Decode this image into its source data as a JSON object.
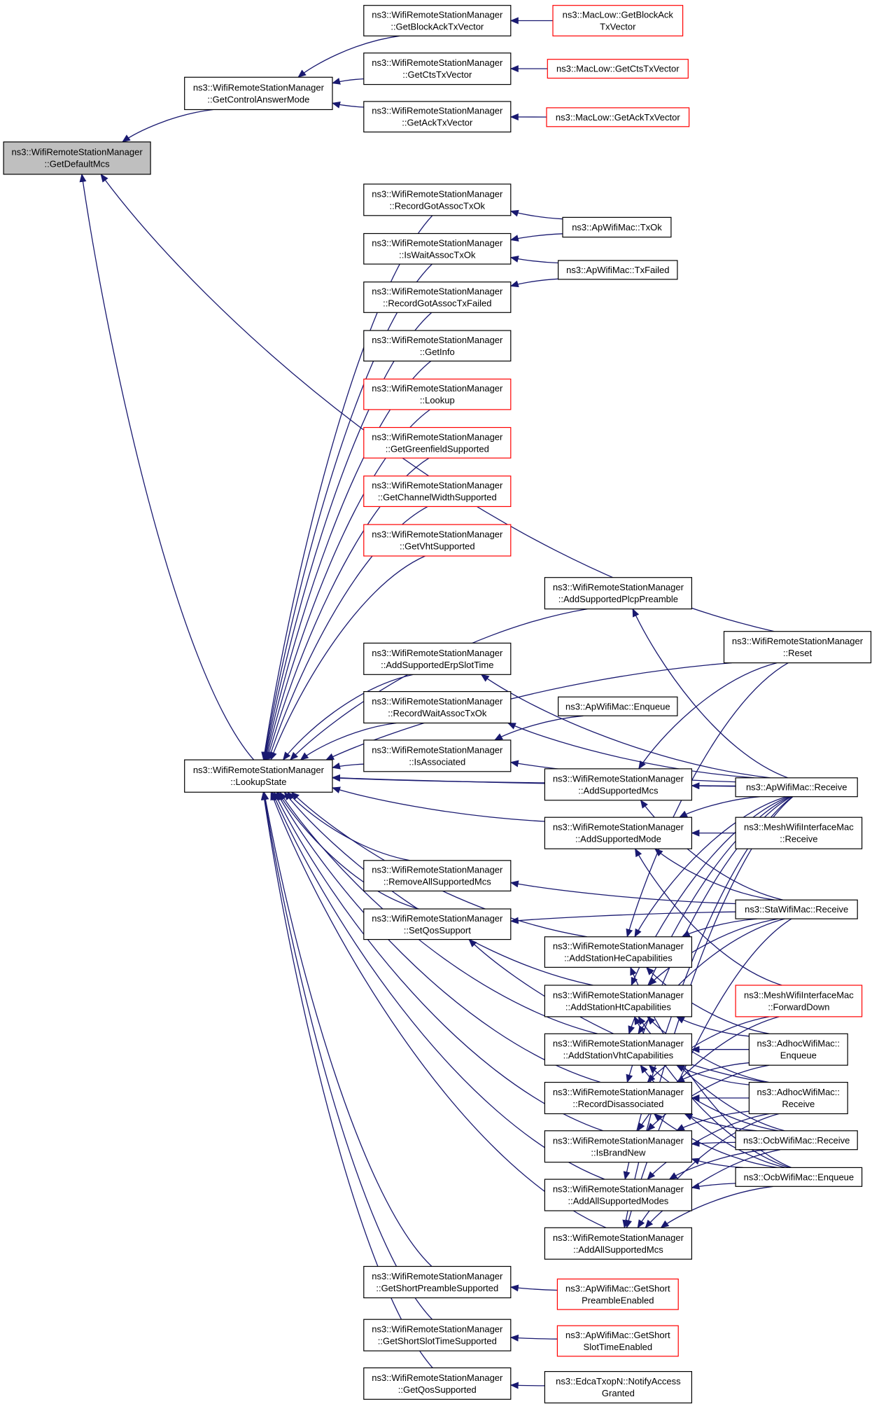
{
  "colors": {
    "edge": "#191970",
    "box_border": "#000000",
    "box_border_red": "#ff0000",
    "focus_fill": "#bfbfbf",
    "box_fill": "#ffffff"
  },
  "nodes": {
    "gdm": {
      "lines": [
        "ns3::WifiRemoteStationManager",
        "::GetDefaultMcs"
      ],
      "style": "focus"
    },
    "gcam": {
      "lines": [
        "ns3::WifiRemoteStationManager",
        "::GetControlAnswerMode"
      ],
      "style": "normal"
    },
    "gbatv": {
      "lines": [
        "ns3::WifiRemoteStationManager",
        "::GetBlockAckTxVector"
      ],
      "style": "normal"
    },
    "gctv": {
      "lines": [
        "ns3::WifiRemoteStationManager",
        "::GetCtsTxVector"
      ],
      "style": "normal"
    },
    "gatv": {
      "lines": [
        "ns3::WifiRemoteStationManager",
        "::GetAckTxVector"
      ],
      "style": "normal"
    },
    "mlba": {
      "lines": [
        "ns3::MacLow::GetBlockAck",
        "TxVector"
      ],
      "style": "red"
    },
    "mlcts": {
      "lines": [
        "ns3::MacLow::GetCtsTxVector"
      ],
      "style": "red"
    },
    "mlack": {
      "lines": [
        "ns3::MacLow::GetAckTxVector"
      ],
      "style": "red"
    },
    "rgat": {
      "lines": [
        "ns3::WifiRemoteStationManager",
        "::RecordGotAssocTxOk"
      ],
      "style": "normal"
    },
    "iwat": {
      "lines": [
        "ns3::WifiRemoteStationManager",
        "::IsWaitAssocTxOk"
      ],
      "style": "normal"
    },
    "rgatf": {
      "lines": [
        "ns3::WifiRemoteStationManager",
        "::RecordGotAssocTxFailed"
      ],
      "style": "normal"
    },
    "ginfo": {
      "lines": [
        "ns3::WifiRemoteStationManager",
        "::GetInfo"
      ],
      "style": "normal"
    },
    "lookup": {
      "lines": [
        "ns3::WifiRemoteStationManager",
        "::Lookup"
      ],
      "style": "red"
    },
    "ggs": {
      "lines": [
        "ns3::WifiRemoteStationManager",
        "::GetGreenfieldSupported"
      ],
      "style": "red"
    },
    "gcws": {
      "lines": [
        "ns3::WifiRemoteStationManager",
        "::GetChannelWidthSupported"
      ],
      "style": "red"
    },
    "gvs": {
      "lines": [
        "ns3::WifiRemoteStationManager",
        "::GetVhtSupported"
      ],
      "style": "red"
    },
    "aspp": {
      "lines": [
        "ns3::WifiRemoteStationManager",
        "::AddSupportedPlcpPreamble"
      ],
      "style": "normal"
    },
    "asest": {
      "lines": [
        "ns3::WifiRemoteStationManager",
        "::AddSupportedErpSlotTime"
      ],
      "style": "normal"
    },
    "rwat": {
      "lines": [
        "ns3::WifiRemoteStationManager",
        "::RecordWaitAssocTxOk"
      ],
      "style": "normal"
    },
    "isa": {
      "lines": [
        "ns3::WifiRemoteStationManager",
        "::IsAssociated"
      ],
      "style": "normal"
    },
    "ls": {
      "lines": [
        "ns3::WifiRemoteStationManager",
        "::LookupState"
      ],
      "style": "normal"
    },
    "asmcs": {
      "lines": [
        "ns3::WifiRemoteStationManager",
        "::AddSupportedMcs"
      ],
      "style": "normal"
    },
    "asmode": {
      "lines": [
        "ns3::WifiRemoteStationManager",
        "::AddSupportedMode"
      ],
      "style": "normal"
    },
    "rasm": {
      "lines": [
        "ns3::WifiRemoteStationManager",
        "::RemoveAllSupportedMcs"
      ],
      "style": "normal"
    },
    "sqs": {
      "lines": [
        "ns3::WifiRemoteStationManager",
        "::SetQosSupport"
      ],
      "style": "normal"
    },
    "ashe": {
      "lines": [
        "ns3::WifiRemoteStationManager",
        "::AddStationHeCapabilities"
      ],
      "style": "normal"
    },
    "asht": {
      "lines": [
        "ns3::WifiRemoteStationManager",
        "::AddStationHtCapabilities"
      ],
      "style": "normal"
    },
    "asvht": {
      "lines": [
        "ns3::WifiRemoteStationManager",
        "::AddStationVhtCapabilities"
      ],
      "style": "normal"
    },
    "rdis": {
      "lines": [
        "ns3::WifiRemoteStationManager",
        "::RecordDisassociated"
      ],
      "style": "normal"
    },
    "ibn": {
      "lines": [
        "ns3::WifiRemoteStationManager",
        "::IsBrandNew"
      ],
      "style": "normal"
    },
    "aasmo": {
      "lines": [
        "ns3::WifiRemoteStationManager",
        "::AddAllSupportedModes"
      ],
      "style": "normal"
    },
    "aasmc": {
      "lines": [
        "ns3::WifiRemoteStationManager",
        "::AddAllSupportedMcs"
      ],
      "style": "normal"
    },
    "gsps": {
      "lines": [
        "ns3::WifiRemoteStationManager",
        "::GetShortPreambleSupported"
      ],
      "style": "normal"
    },
    "gssts": {
      "lines": [
        "ns3::WifiRemoteStationManager",
        "::GetShortSlotTimeSupported"
      ],
      "style": "normal"
    },
    "gqs": {
      "lines": [
        "ns3::WifiRemoteStationManager",
        "::GetQosSupported"
      ],
      "style": "normal"
    },
    "aptxok": {
      "lines": [
        "ns3::ApWifiMac::TxOk"
      ],
      "style": "normal"
    },
    "aptxf": {
      "lines": [
        "ns3::ApWifiMac::TxFailed"
      ],
      "style": "normal"
    },
    "apenq": {
      "lines": [
        "ns3::ApWifiMac::Enqueue"
      ],
      "style": "normal"
    },
    "reset": {
      "lines": [
        "ns3::WifiRemoteStationManager",
        "::Reset"
      ],
      "style": "normal"
    },
    "aprecv": {
      "lines": [
        "ns3::ApWifiMac::Receive"
      ],
      "style": "normal"
    },
    "meshrx": {
      "lines": [
        "ns3::MeshWifiInterfaceMac",
        "::Receive"
      ],
      "style": "normal"
    },
    "starx": {
      "lines": [
        "ns3::StaWifiMac::Receive"
      ],
      "style": "normal"
    },
    "meshfd": {
      "lines": [
        "ns3::MeshWifiInterfaceMac",
        "::ForwardDown"
      ],
      "style": "red"
    },
    "adhenq": {
      "lines": [
        "ns3::AdhocWifiMac::",
        "Enqueue"
      ],
      "style": "normal"
    },
    "adhrx": {
      "lines": [
        "ns3::AdhocWifiMac::",
        "Receive"
      ],
      "style": "normal"
    },
    "ocbrx": {
      "lines": [
        "ns3::OcbWifiMac::Receive"
      ],
      "style": "normal"
    },
    "ocbenq": {
      "lines": [
        "ns3::OcbWifiMac::Enqueue"
      ],
      "style": "normal"
    },
    "apgspe": {
      "lines": [
        "ns3::ApWifiMac::GetShort",
        "PreambleEnabled"
      ],
      "style": "red"
    },
    "apgsst": {
      "lines": [
        "ns3::ApWifiMac::GetShort",
        "SlotTimeEnabled"
      ],
      "style": "red"
    },
    "edca": {
      "lines": [
        "ns3::EdcaTxopN::NotifyAccess",
        "Granted"
      ],
      "style": "normal"
    }
  },
  "edges": [
    [
      "gdm",
      "gcam"
    ],
    [
      "gdm",
      "ls"
    ],
    [
      "gdm",
      "reset"
    ],
    [
      "gcam",
      "gbatv"
    ],
    [
      "gcam",
      "gctv"
    ],
    [
      "gcam",
      "gatv"
    ],
    [
      "gbatv",
      "mlba"
    ],
    [
      "gctv",
      "mlcts"
    ],
    [
      "gatv",
      "mlack"
    ],
    [
      "ls",
      "rgat"
    ],
    [
      "ls",
      "iwat"
    ],
    [
      "ls",
      "rgatf"
    ],
    [
      "ls",
      "ginfo"
    ],
    [
      "ls",
      "lookup"
    ],
    [
      "ls",
      "ggs"
    ],
    [
      "ls",
      "gcws"
    ],
    [
      "ls",
      "gvs"
    ],
    [
      "ls",
      "aspp"
    ],
    [
      "ls",
      "asest"
    ],
    [
      "ls",
      "rwat"
    ],
    [
      "ls",
      "isa"
    ],
    [
      "ls",
      "asmcs"
    ],
    [
      "ls",
      "asmode"
    ],
    [
      "ls",
      "rasm"
    ],
    [
      "ls",
      "sqs"
    ],
    [
      "ls",
      "ashe"
    ],
    [
      "ls",
      "asht"
    ],
    [
      "ls",
      "asvht"
    ],
    [
      "ls",
      "rdis"
    ],
    [
      "ls",
      "ibn"
    ],
    [
      "ls",
      "aasmo"
    ],
    [
      "ls",
      "aasmc"
    ],
    [
      "ls",
      "gsps"
    ],
    [
      "ls",
      "gssts"
    ],
    [
      "ls",
      "gqs"
    ],
    [
      "ls",
      "reset"
    ],
    [
      "ls",
      "aprecv"
    ],
    [
      "rgat",
      "aptxok"
    ],
    [
      "iwat",
      "aptxok"
    ],
    [
      "iwat",
      "aptxf"
    ],
    [
      "rgatf",
      "aptxf"
    ],
    [
      "aspp",
      "aprecv"
    ],
    [
      "asest",
      "aprecv"
    ],
    [
      "rwat",
      "aprecv"
    ],
    [
      "isa",
      "apenq"
    ],
    [
      "isa",
      "aprecv"
    ],
    [
      "asmcs",
      "reset"
    ],
    [
      "asmcs",
      "aprecv"
    ],
    [
      "asmcs",
      "starx"
    ],
    [
      "asmode",
      "aprecv"
    ],
    [
      "asmode",
      "meshrx"
    ],
    [
      "asmode",
      "starx"
    ],
    [
      "asmode",
      "meshfd"
    ],
    [
      "rasm",
      "starx"
    ],
    [
      "sqs",
      "starx"
    ],
    [
      "sqs",
      "adhrx"
    ],
    [
      "ashe",
      "reset"
    ],
    [
      "ashe",
      "aprecv"
    ],
    [
      "ashe",
      "starx"
    ],
    [
      "ashe",
      "adhenq"
    ],
    [
      "ashe",
      "ocbenq"
    ],
    [
      "asht",
      "aprecv"
    ],
    [
      "asht",
      "starx"
    ],
    [
      "asht",
      "adhenq"
    ],
    [
      "asht",
      "adhrx"
    ],
    [
      "asht",
      "ocbrx"
    ],
    [
      "asht",
      "ocbenq"
    ],
    [
      "asvht",
      "aprecv"
    ],
    [
      "asvht",
      "starx"
    ],
    [
      "asvht",
      "adhenq"
    ],
    [
      "asvht",
      "adhrx"
    ],
    [
      "asvht",
      "ocbrx"
    ],
    [
      "asvht",
      "ocbenq"
    ],
    [
      "rdis",
      "aprecv"
    ],
    [
      "rdis",
      "meshfd"
    ],
    [
      "rdis",
      "adhenq"
    ],
    [
      "rdis",
      "adhrx"
    ],
    [
      "rdis",
      "ocbrx"
    ],
    [
      "rdis",
      "ocbenq"
    ],
    [
      "ibn",
      "meshfd"
    ],
    [
      "ibn",
      "adhenq"
    ],
    [
      "ibn",
      "adhrx"
    ],
    [
      "ibn",
      "ocbrx"
    ],
    [
      "ibn",
      "ocbenq"
    ],
    [
      "aasmo",
      "aprecv"
    ],
    [
      "aasmo",
      "adhrx"
    ],
    [
      "aasmo",
      "ocbrx"
    ],
    [
      "aasmo",
      "ocbenq"
    ],
    [
      "aasmc",
      "aprecv"
    ],
    [
      "aasmc",
      "starx"
    ],
    [
      "aasmc",
      "adhrx"
    ],
    [
      "aasmc",
      "ocbrx"
    ],
    [
      "aasmc",
      "ocbenq"
    ],
    [
      "gsps",
      "apgspe"
    ],
    [
      "gssts",
      "apgsst"
    ],
    [
      "gqs",
      "edca"
    ]
  ]
}
